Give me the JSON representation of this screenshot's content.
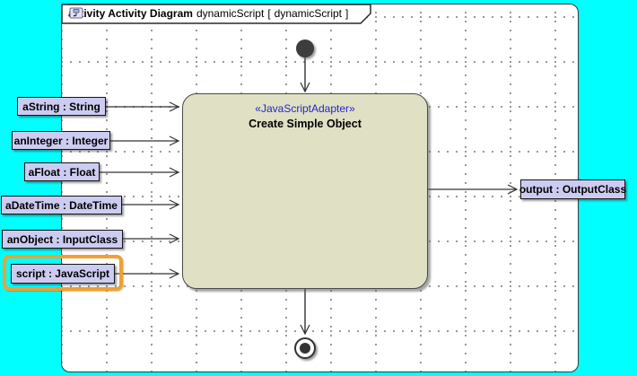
{
  "frame": {
    "header": {
      "kind_label": "activity Activity Diagram",
      "diagram_name": "dynamicScript",
      "bracket_open": "[",
      "context_name": "dynamicScript",
      "bracket_close": "]"
    }
  },
  "action_node": {
    "stereotype": "«JavaScriptAdapter»",
    "name": "Create Simple Object",
    "fill_color": "#E0E0C4",
    "stereotype_color": "#2424CF"
  },
  "input_pins": [
    {
      "label": "aString : String",
      "highlighted": false
    },
    {
      "label": "anInteger : Integer",
      "highlighted": false
    },
    {
      "label": "aFloat : Float",
      "highlighted": false
    },
    {
      "label": "aDateTime : DateTime",
      "highlighted": false
    },
    {
      "label": "anObject : InputClass",
      "highlighted": false
    },
    {
      "label": "script : JavaScript",
      "highlighted": true
    }
  ],
  "output_pins": [
    {
      "label": "output : OutputClass"
    }
  ],
  "colors": {
    "canvas_background": "#00FFFF",
    "pin_fill": "#CCCCF2",
    "highlight_border": "#F0A030",
    "edge_color": "#333333"
  },
  "control_nodes": {
    "initial": "initial-node",
    "final": "activity-final-node"
  }
}
